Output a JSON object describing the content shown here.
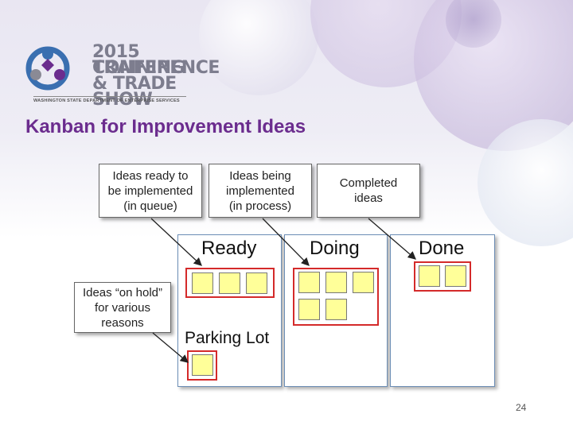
{
  "logo": {
    "line1": "2015 TRAINING",
    "line2": "CONFERENCE",
    "line3": "& TRADE SHOW",
    "subtitle": "WASHINGTON STATE DEPARTMENT OF ENTERPRISE SERVICES"
  },
  "slide": {
    "title": "Kanban for Improvement Ideas",
    "page_number": "24"
  },
  "notes": {
    "ready": [
      "Ideas ready to",
      "be implemented",
      "(in queue)"
    ],
    "doing": [
      "Ideas being",
      "implemented",
      "(in process)"
    ],
    "done": [
      "Completed",
      "ideas"
    ],
    "hold": [
      "Ideas “on hold”",
      "for various",
      "reasons"
    ]
  },
  "board": {
    "ready_label": "Ready",
    "doing_label": "Doing",
    "done_label": "Done",
    "parking_label": "Parking Lot",
    "ready_count": 3,
    "doing_count": 5,
    "done_count": 2,
    "parking_count": 1
  },
  "colors": {
    "title": "#6b2c8e",
    "sticky": "#ffff99",
    "group_border": "#d42a2a",
    "column_border": "#6b8db5"
  }
}
